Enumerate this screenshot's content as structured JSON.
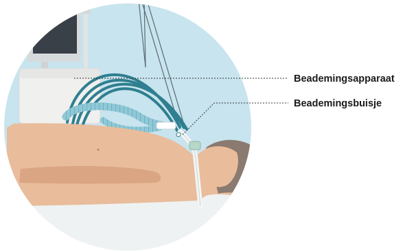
{
  "labels": {
    "ventilator": "Beademingsapparaat",
    "breathing_tube": "Beademingsbuisje"
  },
  "colors": {
    "background_circle": "#c8e4ee",
    "skin": "#e9bc9b",
    "skin_shadow": "#d9a583",
    "hair": "#8a7a70",
    "ventilator_tube": "#2f7f90",
    "corrugated_tube": "#8fc8d6",
    "machine": "#f0f0ee",
    "monitor_screen": "#3a4048",
    "bed_sheet": "#eef2f2",
    "leader_line": "#333333"
  },
  "icons": [
    "ventilator-machine",
    "monitor",
    "patient",
    "breathing-tube",
    "corrugated-hose"
  ]
}
